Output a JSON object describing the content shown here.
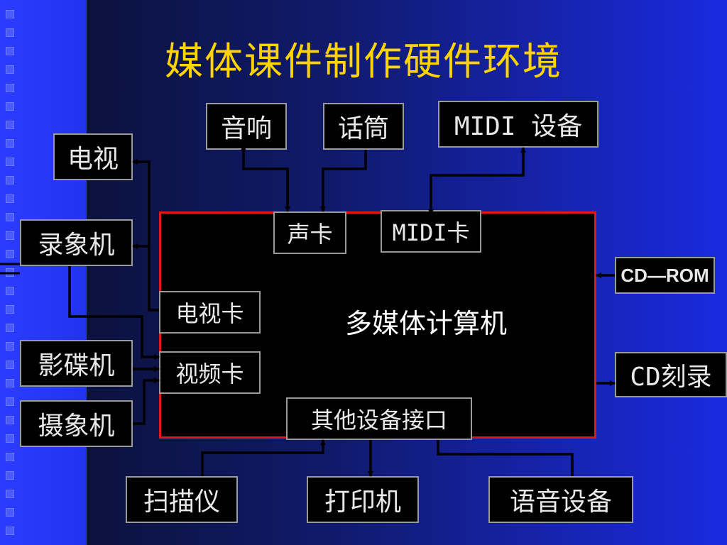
{
  "slide": {
    "title": "媒体课件制作硬件环境",
    "colors": {
      "title": "#ffd400",
      "background": "#1a2ae0",
      "strip": "#2b3cff",
      "box": "#000000",
      "main_border": "#e01818"
    }
  },
  "diagram": {
    "center": "多媒体计算机",
    "top": [
      "音响",
      "话筒",
      "MIDI 设备"
    ],
    "internal_cards": {
      "sound": "声卡",
      "midi": "MIDI卡",
      "tv": "电视卡",
      "video": "视频卡",
      "other": "其他设备接口"
    },
    "left": [
      "电视",
      "录象机",
      "影碟机",
      "摄象机"
    ],
    "right": [
      "CD—ROM",
      "CD刻录"
    ],
    "bottom": [
      "扫描仪",
      "打印机",
      "语音设备"
    ]
  }
}
